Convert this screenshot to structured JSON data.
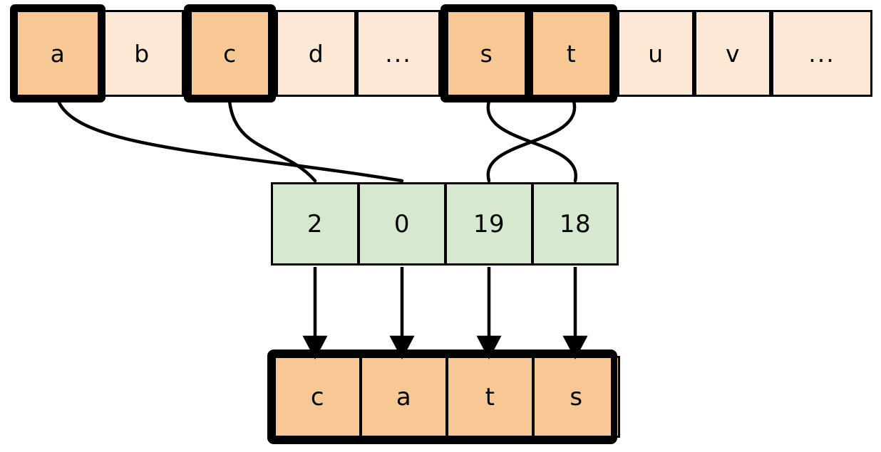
{
  "diagram": {
    "title": "character index mapping diagram",
    "colors": {
      "highlight_orange": "#f7c894",
      "light_orange": "#fce8d4",
      "index_green": "#d6e9ce",
      "stroke": "#000000",
      "background": "#ffffff"
    },
    "alphabet_row": {
      "name": "alphabet-strip",
      "cells": [
        {
          "label": "a",
          "highlighted": true,
          "selected": true
        },
        {
          "label": "b",
          "highlighted": false,
          "selected": false
        },
        {
          "label": "c",
          "highlighted": true,
          "selected": true
        },
        {
          "label": "d",
          "highlighted": false,
          "selected": false
        },
        {
          "label": "...",
          "highlighted": false,
          "selected": false
        },
        {
          "label": "s",
          "highlighted": true,
          "selected": true
        },
        {
          "label": "t",
          "highlighted": true,
          "selected": true
        },
        {
          "label": "u",
          "highlighted": false,
          "selected": false
        },
        {
          "label": "v",
          "highlighted": false,
          "selected": false
        },
        {
          "label": "...",
          "highlighted": false,
          "selected": false
        }
      ]
    },
    "index_row": {
      "name": "index-array",
      "cells": [
        {
          "value": "2"
        },
        {
          "value": "0"
        },
        {
          "value": "19"
        },
        {
          "value": "18"
        }
      ]
    },
    "output_row": {
      "name": "output-word",
      "word": "cats",
      "cells": [
        {
          "label": "c"
        },
        {
          "label": "a"
        },
        {
          "label": "t"
        },
        {
          "label": "s"
        }
      ]
    },
    "mappings": [
      {
        "from": "a",
        "to": "0"
      },
      {
        "from": "c",
        "to": "2"
      },
      {
        "from": "s",
        "to": "18"
      },
      {
        "from": "t",
        "to": "19"
      }
    ],
    "arrows": [
      {
        "from": "2",
        "to": "c"
      },
      {
        "from": "0",
        "to": "a"
      },
      {
        "from": "19",
        "to": "t"
      },
      {
        "from": "18",
        "to": "s"
      }
    ]
  }
}
